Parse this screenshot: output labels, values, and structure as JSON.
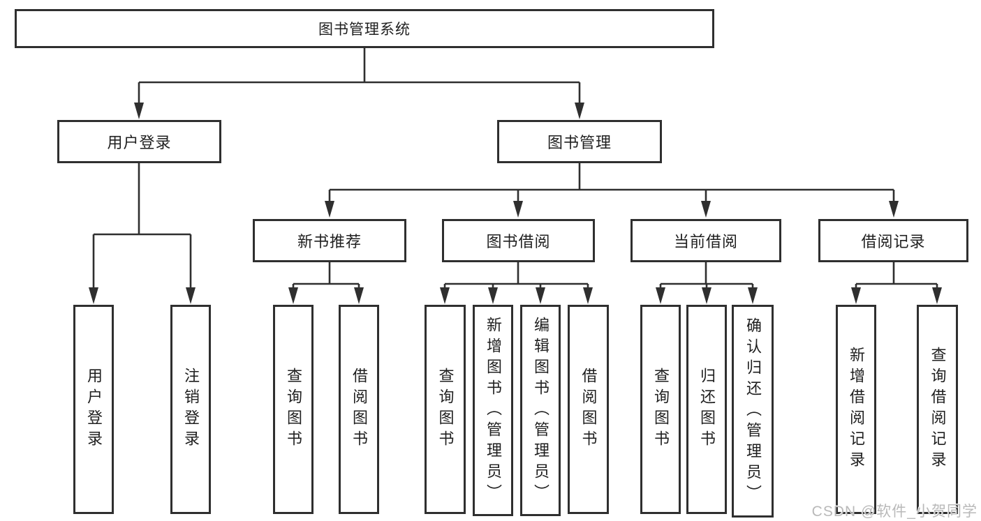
{
  "diagram": {
    "type": "tree",
    "title": "图书管理系统"
  },
  "colors": {
    "box_border": "#2f2f2f",
    "connector_line": "#2f2f2f",
    "text": "#1f1f1f",
    "watermark": "#b9b9b9",
    "background": "#ffffff"
  },
  "watermark": {
    "text": "CSDN @软件_小贺同学"
  },
  "nodes": {
    "root": {
      "label": "图书管理系统",
      "parent": null
    },
    "user_login": {
      "label": "用户登录",
      "parent": "root"
    },
    "book_mgmt": {
      "label": "图书管理",
      "parent": "root"
    },
    "login": {
      "label": "用户登录",
      "parent": "user_login"
    },
    "logout": {
      "label": "注销登录",
      "parent": "user_login"
    },
    "new_rec": {
      "label": "新书推荐",
      "parent": "book_mgmt"
    },
    "borrow": {
      "label": "图书借阅",
      "parent": "book_mgmt"
    },
    "current": {
      "label": "当前借阅",
      "parent": "book_mgmt"
    },
    "records": {
      "label": "借阅记录",
      "parent": "book_mgmt"
    },
    "rec_query": {
      "label": "查询图书",
      "parent": "new_rec"
    },
    "rec_borrow": {
      "label": "借阅图书",
      "parent": "new_rec"
    },
    "bb_query": {
      "label": "查询图书",
      "parent": "borrow"
    },
    "bb_add": {
      "label": "新增图书（管理员）",
      "parent": "borrow"
    },
    "bb_edit": {
      "label": "编辑图书（管理员）",
      "parent": "borrow"
    },
    "bb_borrow": {
      "label": "借阅图书",
      "parent": "borrow"
    },
    "cb_query": {
      "label": "查询图书",
      "parent": "current"
    },
    "cb_return": {
      "label": "归还图书",
      "parent": "current"
    },
    "cb_confirm": {
      "label": "确认归还（管理员）",
      "parent": "current"
    },
    "br_add": {
      "label": "新增借阅记录",
      "parent": "records"
    },
    "br_query": {
      "label": "查询借阅记录",
      "parent": "records"
    }
  }
}
